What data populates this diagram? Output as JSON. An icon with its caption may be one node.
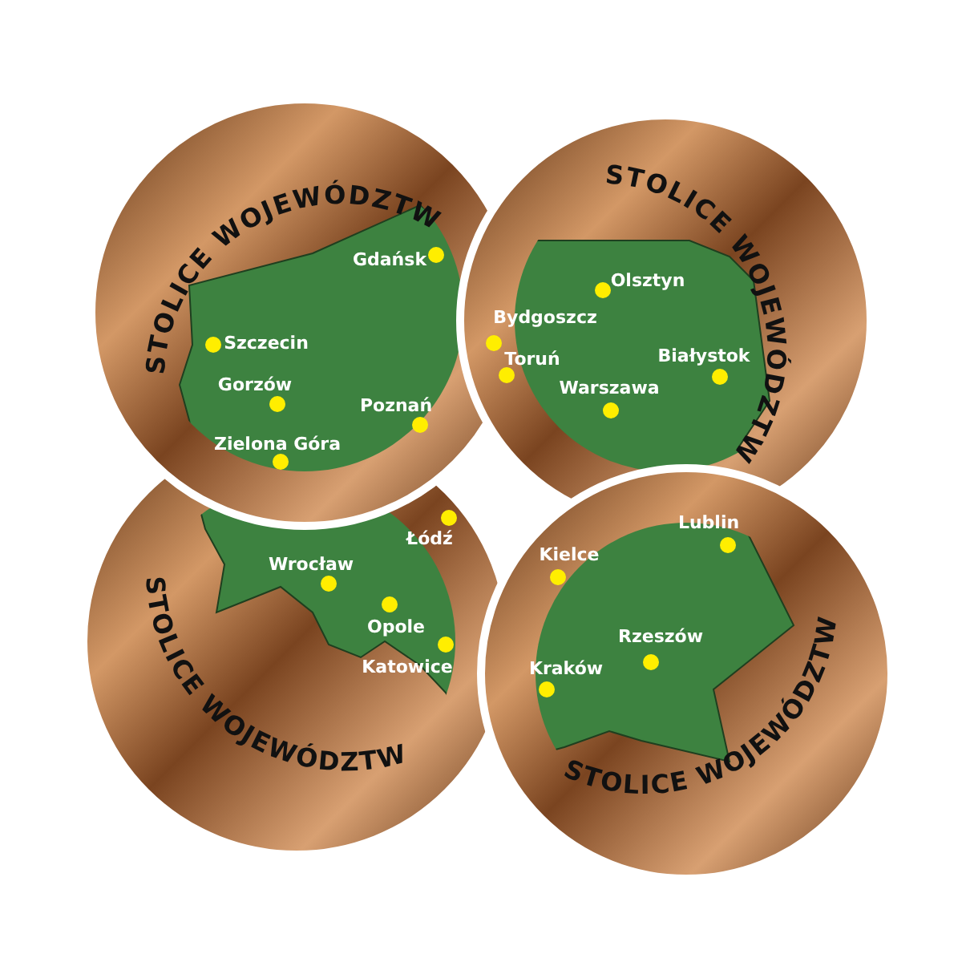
{
  "diagram": {
    "nodes": [
      {
        "text": [
          "STOLICE WOJEWÓDZTW"
        ]
      },
      {
        "text": [
          "STOLICE WOJEWÓDZTW"
        ]
      },
      {
        "text": [
          "STOLICE WOJEWÓDZTW"
        ]
      },
      {
        "text": [
          "STOLICE WOJEWÓDZTW"
        ]
      }
    ],
    "labels": [
      "Gdańsk",
      "Szczecin",
      "Gorzów",
      "Poznań",
      "Zielona Góra",
      "Olsztyn",
      "Bydgoszcz",
      "Toruń",
      "Białystok",
      "Warszawa",
      "Łódź",
      "Wrocław",
      "Opole",
      "Katowice",
      "Lublin",
      "Kielce",
      "Rzeszów",
      "Kraków"
    ]
  }
}
